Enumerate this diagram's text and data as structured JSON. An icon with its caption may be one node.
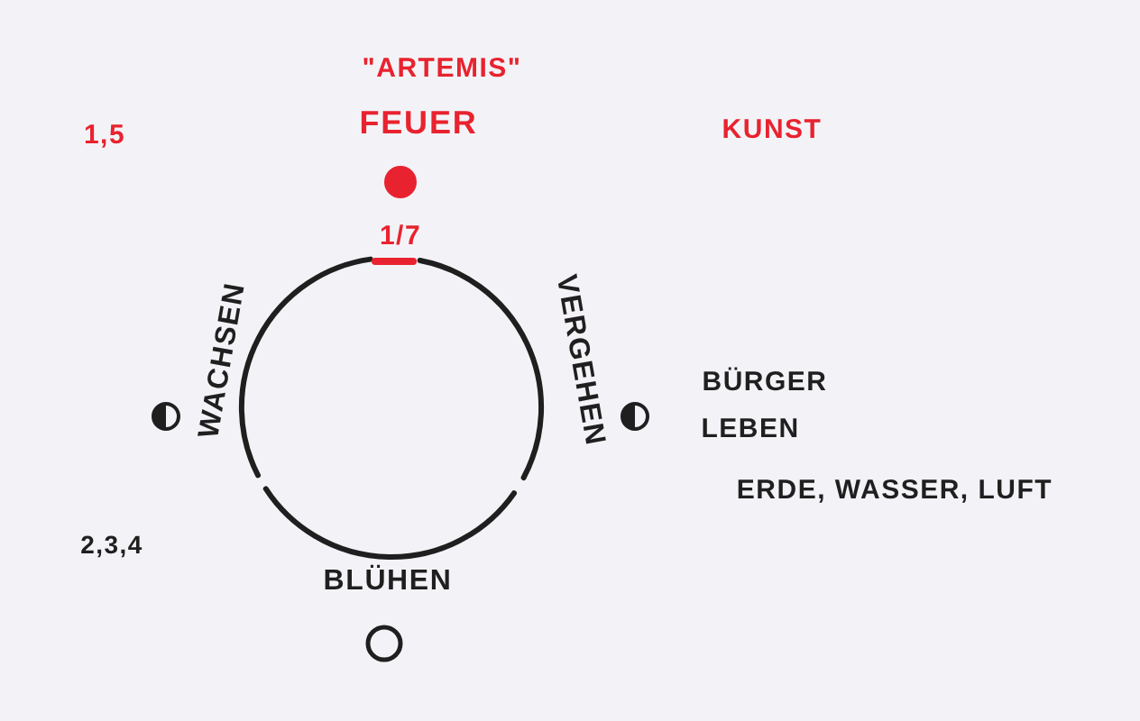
{
  "diagram": {
    "labels": [
      "\"ARTEMIS\"",
      "1,5",
      "FEUER",
      "KUNST",
      "1/7",
      "WACHSEN",
      "VERGEHEN",
      "BÜRGER",
      "LEBEN",
      "ERDE, WASSER, LUFT",
      "2,3,4",
      "BLÜHEN"
    ]
  }
}
